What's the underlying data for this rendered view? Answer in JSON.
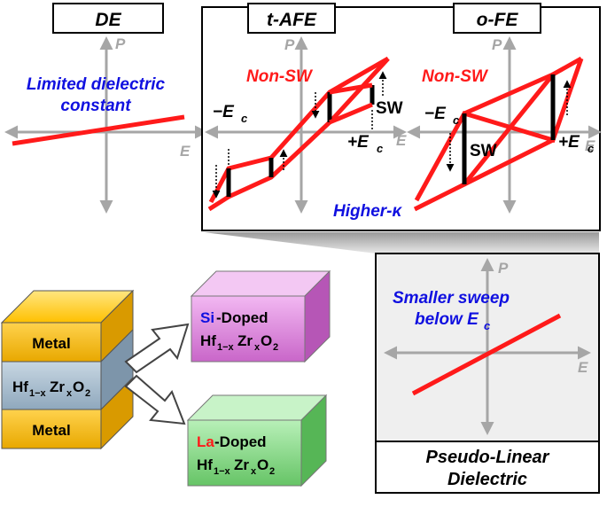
{
  "panels": {
    "de": {
      "title": "DE",
      "axis_p": "P",
      "axis_e": "E",
      "note_line1": "Limited dielectric",
      "note_line2": "constant"
    },
    "tafe": {
      "title": "t-AFE",
      "axis_p": "P",
      "axis_e": "E",
      "non_sw": "Non-SW",
      "sw": "SW",
      "neg_ec": "−E",
      "pos_ec": "+E",
      "ec_sub": "c"
    },
    "ofe": {
      "title": "o-FE",
      "axis_p": "P",
      "axis_e": "E",
      "non_sw": "Non-SW",
      "sw": "SW",
      "neg_ec": "−E",
      "pos_ec": "+E",
      "ec_sub": "c"
    },
    "higher_k": "Higher-κ",
    "pseudo": {
      "axis_p": "P",
      "axis_e": "E",
      "note_line1": "Smaller sweep",
      "note_line2": "below E",
      "note_sub": "c",
      "caption_line1": "Pseudo-Linear",
      "caption_line2": "Dielectric"
    }
  },
  "stack": {
    "top_layer": "Metal",
    "bottom_layer": "Metal",
    "middle_main": "Hf",
    "middle_sub1": "1−x",
    "middle_zr": "Zr",
    "middle_sub2": "x",
    "middle_o": "O",
    "middle_sub3": "2"
  },
  "doped": {
    "si": {
      "dopant": "Si",
      "suffix": "-Doped"
    },
    "la": {
      "dopant": "La",
      "suffix": "-Doped"
    },
    "formula_main": "Hf",
    "formula_sub1": "1−x",
    "formula_zr": "Zr",
    "formula_sub2": "x",
    "formula_o": "O",
    "formula_sub3": "2"
  },
  "colors": {
    "loop": "#ff1a1a",
    "axis": "#a6a6a6",
    "blue_text": "#1010e0",
    "red_text": "#ff1a1a",
    "metal": "#ffc000",
    "hfzro": "#b4c7d6",
    "si_box": "#dd88dd",
    "la_box": "#88d888",
    "inset_bg": "#efefef"
  }
}
